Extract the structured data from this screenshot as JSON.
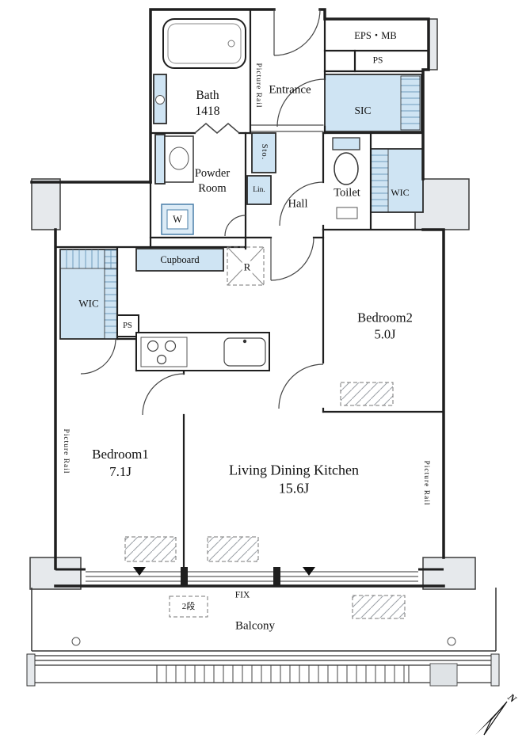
{
  "labels": {
    "bath_name": "Bath",
    "bath_size": "1418",
    "picture_rail_entrance": "Picture Rail",
    "entrance": "Entrance",
    "eps_mb": "EPS・MB",
    "ps_top": "PS",
    "sic": "SIC",
    "sto": "Sto.",
    "lin": "Lin.",
    "powder_line1": "Powder",
    "powder_line2": "Room",
    "washer": "W",
    "toilet": "Toilet",
    "hall": "Hall",
    "wic_right": "WIC",
    "bedroom2_name": "Bedroom2",
    "bedroom2_size": "5.0J",
    "wic_left": "WIC",
    "cupboard": "Cupboard",
    "fridge": "R",
    "ps_mid": "PS",
    "bedroom1_name": "Bedroom1",
    "bedroom1_size": "7.1J",
    "ldk_name": "Living Dining Kitchen",
    "ldk_size": "15.6J",
    "picture_rail_left": "Picture Rail",
    "picture_rail_right": "Picture Rail",
    "fix": "FIX",
    "step": "2段",
    "balcony": "Balcony",
    "compass_n": "N"
  },
  "colors": {
    "storage_fill": "#cfe4f3",
    "wall": "#1f1f1f",
    "column_fill": "#e6e9ec"
  }
}
